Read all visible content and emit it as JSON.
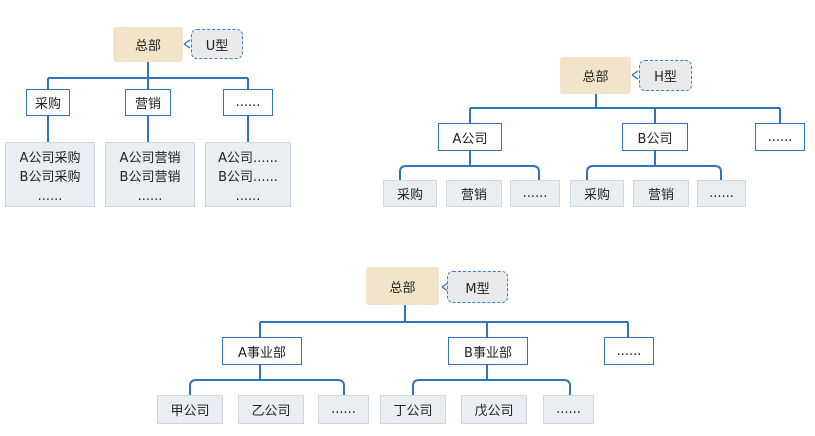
{
  "u_diagram": {
    "hq": "总部",
    "type_tag": "U型",
    "departments": [
      "采购",
      "营销",
      "......"
    ],
    "details": [
      [
        "A公司采购",
        "B公司采购",
        "......"
      ],
      [
        "A公司营销",
        "B公司营销",
        "......"
      ],
      [
        "A公司......",
        "B公司......",
        "......"
      ]
    ]
  },
  "h_diagram": {
    "hq": "总部",
    "type_tag": "H型",
    "companies": [
      "A公司",
      "B公司",
      "......"
    ],
    "a_children": [
      "采购",
      "营销",
      "......"
    ],
    "b_children": [
      "采购",
      "营销",
      "......"
    ]
  },
  "m_diagram": {
    "hq": "总部",
    "type_tag": "M型",
    "divisions": [
      "A事业部",
      "B事业部",
      "......"
    ],
    "a_children": [
      "甲公司",
      "乙公司",
      "......"
    ],
    "b_children": [
      "丁公司",
      "戊公司",
      "......"
    ]
  },
  "colors": {
    "line": "#2f74c0",
    "hq_fill": "#f2e4c9",
    "tag_border": "#3f7fc4",
    "leaf_fill": "#e8eef2"
  }
}
